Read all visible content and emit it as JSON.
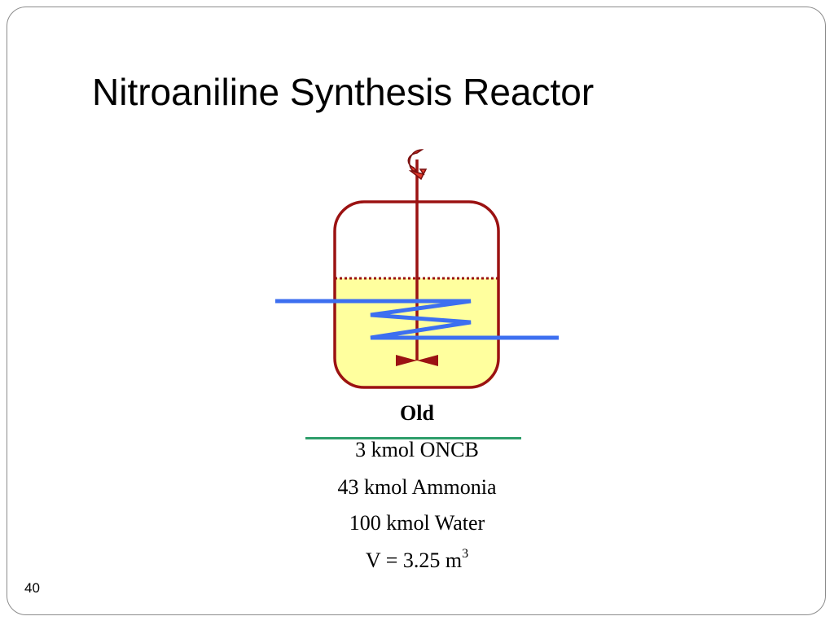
{
  "slide": {
    "title": "Nitroaniline Synthesis Reactor",
    "page_number": "40"
  },
  "reactor": {
    "label": "Old",
    "contents": [
      "3 kmol ONCB",
      "43 kmol Ammonia",
      "100 kmol Water"
    ],
    "volume": {
      "prefix": "V = 3.25 m",
      "exponent": "3"
    }
  },
  "colors": {
    "vessel_outline": "#9b1212",
    "liquid_fill": "#ffff9e",
    "cooling_coil": "#3d6ff0",
    "divider": "#2e9e6a",
    "arrow_fill": "#e23a2c"
  },
  "icons": [
    "rotation-arrow-icon",
    "impeller-icon",
    "cooling-coil-icon"
  ]
}
